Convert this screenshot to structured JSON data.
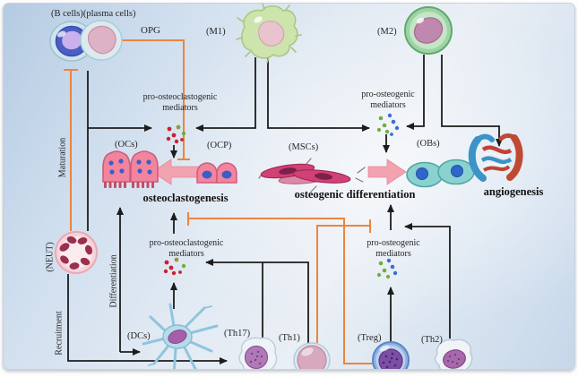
{
  "figure": {
    "cells": {
      "b_plasma": "(B cells)(plasma cells)",
      "m1": "(M1)",
      "m2": "(M2)",
      "ocs": "(OCs)",
      "ocp": "(OCP)",
      "mscs": "(MSCs)",
      "obs": "(OBs)",
      "neut": "(NEUT)",
      "dcs": "(DCs)",
      "th17": "(Th17)",
      "th1": "(Th1)",
      "treg": "(Treg)",
      "th2": "(Th2)"
    },
    "pathways": {
      "opg": "OPG",
      "maturation": "Maturation",
      "recruitment": "Recruitment",
      "differentiation": "Differentiation"
    },
    "mediators": {
      "oc_top": {
        "line1": "pro-osteoclastogenic",
        "line2": "mediators"
      },
      "og_top": {
        "line1": "pro-osteogenic",
        "line2": "mediators"
      },
      "oc_bottom": {
        "line1": "pro-osteoclastogenic",
        "line2": "mediators"
      },
      "og_bottom": {
        "line1": "pro-osteogenic",
        "line2": "mediators"
      }
    },
    "processes": {
      "osteoclastogenesis": "osteoclastogenesis",
      "osteogenic_differentiation": "osteogenic differentiation",
      "angiogenesis": "angiogenesis"
    },
    "colors": {
      "activation_line": "#1c1c1c",
      "inhibition_line": "#ec8440",
      "process_arrow": "#f3a2af",
      "dot_red": "#cb2033",
      "dot_olive": "#8f9c3c",
      "dot_green": "#6fae3e",
      "dot_blue": "#3c6ed6",
      "background_top_left": "#b5cbe2",
      "background_center": "#eaeff5"
    }
  }
}
